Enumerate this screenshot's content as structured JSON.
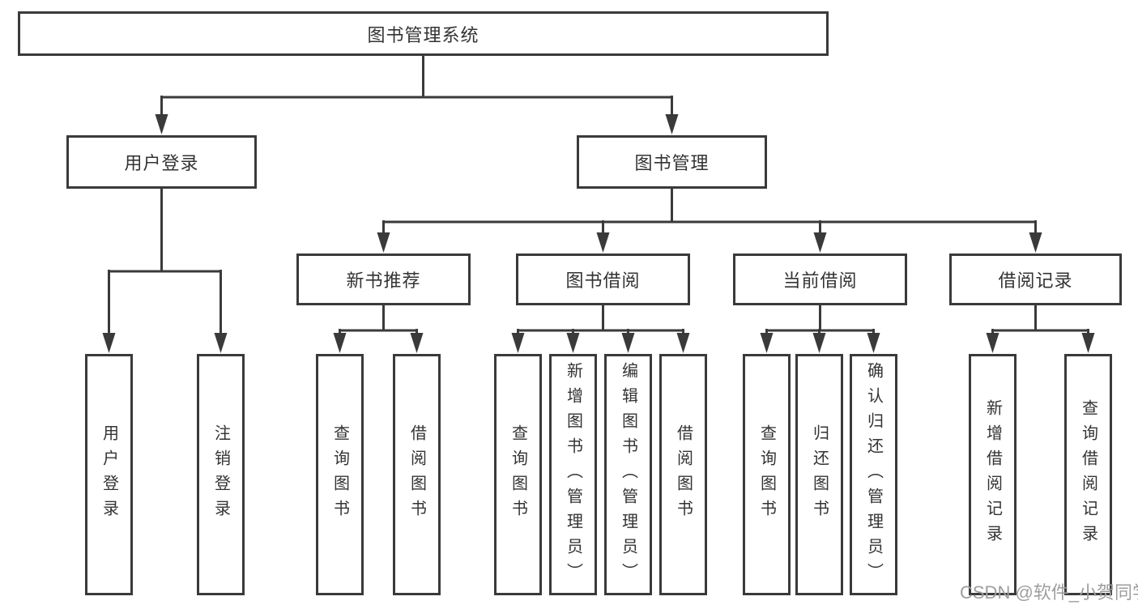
{
  "diagram": {
    "root": "图书管理系统",
    "level2": [
      "用户登录",
      "图书管理"
    ],
    "level3": [
      "新书推荐",
      "图书借阅",
      "当前借阅",
      "借阅记录"
    ],
    "leaves": {
      "user_login": [
        "用户登录",
        "注销登录"
      ],
      "new_book_recommend": [
        "查询图书",
        "借阅图书"
      ],
      "book_borrow": [
        "查询图书",
        "新增图书（管理员）",
        "编辑图书（管理员）",
        "借阅图书"
      ],
      "current_borrow": [
        "查询图书",
        "归还图书",
        "确认归还（管理员）"
      ],
      "borrow_records": [
        "新增借阅记录",
        "查询借阅记录"
      ]
    },
    "watermark": "CSDN @软件_小贺同学",
    "colors": {
      "line": "#3a3a3a",
      "text": "#333333",
      "watermark": "#9e9e9e",
      "background": "#ffffff"
    }
  }
}
